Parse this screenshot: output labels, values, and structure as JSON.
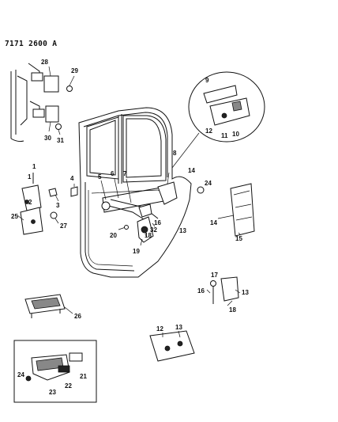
{
  "header": {
    "code": "7171 2600 A"
  },
  "callouts": [
    "1",
    "2",
    "3",
    "4",
    "5",
    "6",
    "7",
    "8",
    "9",
    "10",
    "11",
    "12",
    "13",
    "14",
    "15",
    "16",
    "17",
    "18",
    "19",
    "20",
    "21",
    "22",
    "23",
    "24",
    "25",
    "26",
    "27",
    "28",
    "29",
    "30",
    "31",
    "32"
  ]
}
